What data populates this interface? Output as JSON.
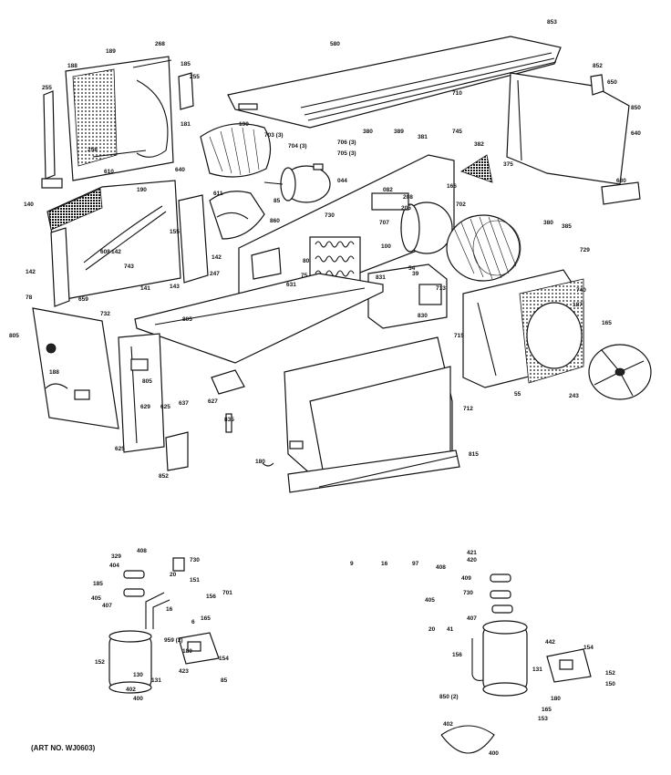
{
  "caption": "(ART NO. WJ0603)",
  "labels": [
    "853",
    "580",
    "189",
    "268",
    "188",
    "255",
    "185",
    "255",
    "181",
    "190",
    "703 (3)",
    "704 (3)",
    "706 (3)",
    "705 (3)",
    "852",
    "650",
    "710",
    "745",
    "380",
    "389",
    "381",
    "382",
    "375",
    "850",
    "640",
    "630",
    "258",
    "610",
    "611",
    "640",
    "85",
    "044",
    "082",
    "208",
    "166",
    "205",
    "707",
    "702",
    "380",
    "385",
    "729",
    "860",
    "80",
    "75",
    "54",
    "39",
    "100",
    "730",
    "713",
    "830",
    "155",
    "190",
    "140",
    "608",
    "142",
    "743",
    "141",
    "143",
    "142",
    "142",
    "247",
    "78",
    "805",
    "631",
    "831",
    "715",
    "740",
    "187",
    "165",
    "243",
    "55",
    "188",
    "659",
    "732",
    "805",
    "805",
    "625",
    "629",
    "637",
    "625",
    "852",
    "627",
    "835",
    "180",
    "712",
    "815",
    "329",
    "404",
    "408",
    "730",
    "185",
    "405",
    "407",
    "20",
    "16",
    "165",
    "151",
    "156",
    "701",
    "6",
    "152",
    "959 (2)",
    "180",
    "154",
    "130",
    "131",
    "402",
    "400",
    "423",
    "85",
    "421",
    "420",
    "408",
    "409",
    "730",
    "405",
    "407",
    "41",
    "20",
    "156",
    "442",
    "154",
    "152",
    "150",
    "850 (2)",
    "131",
    "180",
    "165",
    "153",
    "402",
    "400",
    "9",
    "16",
    "97"
  ]
}
